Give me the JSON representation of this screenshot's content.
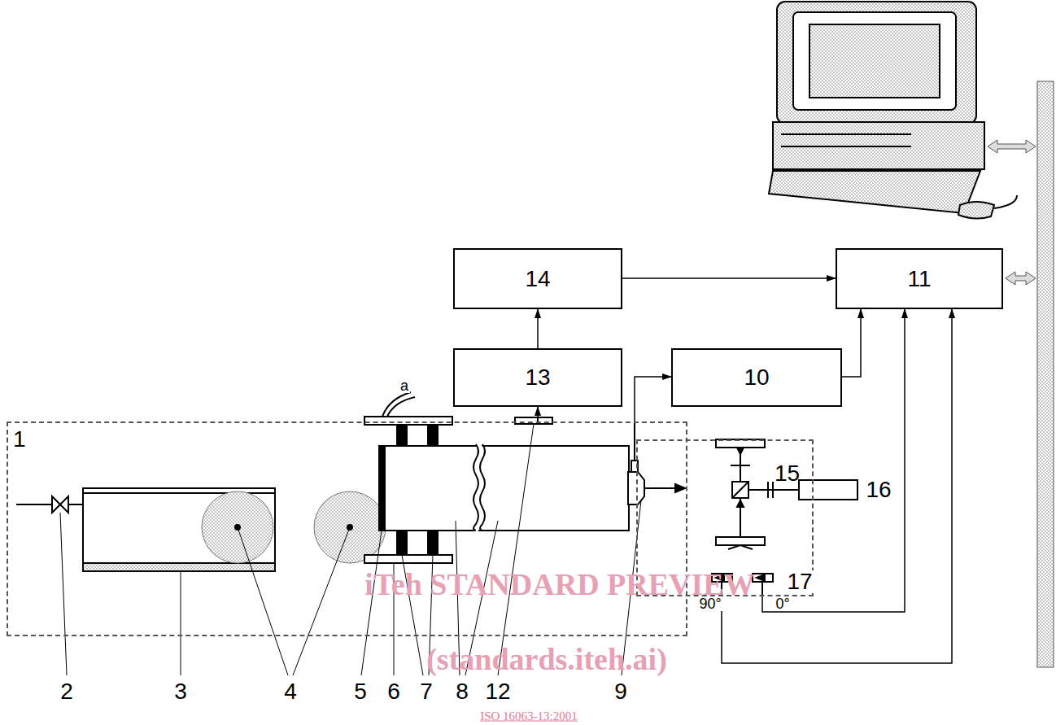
{
  "diagram": {
    "nodes": [
      {
        "text": [
          "14"
        ]
      },
      {
        "text": [
          "11"
        ]
      },
      {
        "text": [
          "13"
        ]
      },
      {
        "text": [
          "10"
        ]
      },
      {
        "text": [
          "1"
        ]
      },
      {
        "text": [
          "15"
        ]
      }
    ],
    "edges": [
      {
        "from": 2,
        "to": 0,
        "arrow": "to"
      },
      {
        "from": 0,
        "to": 1,
        "arrow": "to"
      },
      {
        "from": 3,
        "to": 1,
        "arrow": "to"
      },
      {
        "from": 4,
        "to": 2,
        "arrow": "to"
      },
      {
        "from": 4,
        "to": 3,
        "arrow": "to"
      },
      {
        "from": 5,
        "to": 1,
        "arrow": "to"
      },
      {
        "from": 5,
        "to": 1,
        "arrow": "to"
      }
    ],
    "labels": [
      "a",
      "2",
      "3",
      "4",
      "5",
      "6",
      "7",
      "8",
      "12",
      "9",
      "16",
      "17",
      "90°",
      "0°",
      "iTeh STANDARD PREVIEW",
      "(standards.iteh.ai)",
      "ISO 16063-13:2001"
    ]
  }
}
